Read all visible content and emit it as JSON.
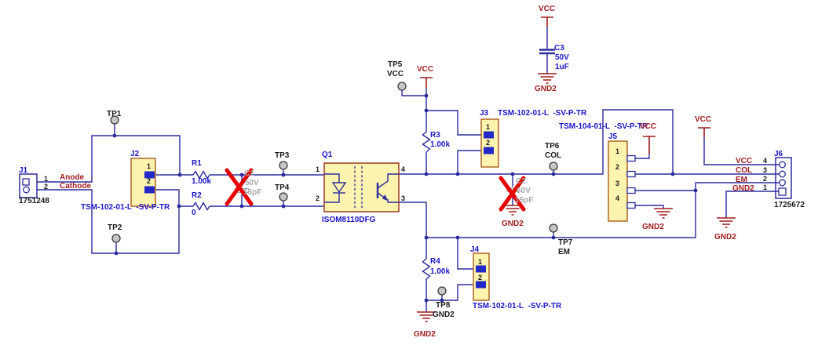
{
  "colors": {
    "wire": "#2b2b9e",
    "ref_text": "#1a15c8",
    "net_text": "#9e1a1a",
    "dnp_x": "#e60000",
    "component_fill": "#fcf3ae",
    "component_border": "#a3520e",
    "optocoupler_border": "#9c3a1e",
    "testpoint_fill": "#c6c6c6",
    "pin_fill": "#2228c8",
    "dnp_text": "#a8a8a8",
    "black_text": "#1a1a1a"
  },
  "power_nets": {
    "vcc": "VCC",
    "gnd2": "GND2"
  },
  "components": {
    "j1": {
      "ref": "J1",
      "part_number": "1751248",
      "pin1": "1",
      "pin2": "2",
      "net1": "Anode",
      "net2": "Cathode"
    },
    "j2": {
      "ref": "J2",
      "part": "TSM-102-01-L  -SV-P-TR",
      "pin1": "1",
      "pin2": "2"
    },
    "j3": {
      "ref": "J3",
      "part": "TSM-102-01-L  -SV-P-TR",
      "pin1": "1",
      "pin2": "2"
    },
    "j4": {
      "ref": "J4",
      "part": "TSM-102-01-L  -SV-P-TR",
      "pin1": "1",
      "pin2": "2"
    },
    "j5": {
      "ref": "J5",
      "part": "TSM-104-01-L  -SV-P-TR",
      "pin1": "1",
      "pin2": "2",
      "pin3": "3",
      "pin4": "4"
    },
    "j6": {
      "ref": "J6",
      "part_number": "1725672",
      "pin1": "1",
      "pin2": "2",
      "pin3": "3",
      "pin4": "4",
      "net_pin4": "VCC",
      "net_pin3": "COL",
      "net_pin2": "EM",
      "net_pin1": "GND2"
    },
    "q1": {
      "ref": "Q1",
      "part": "ISOM8110DFG",
      "pin1": "1",
      "pin2": "2",
      "pin3": "3",
      "pin4": "4"
    },
    "r1": {
      "ref": "R1",
      "value": "1.00k"
    },
    "r2": {
      "ref": "R2",
      "value": "0"
    },
    "r3": {
      "ref": "R3",
      "value": "1.00k"
    },
    "r4": {
      "ref": "R4",
      "value": "1.00k"
    },
    "c1": {
      "ref": "C1",
      "voltage": "50V",
      "value": "15pF",
      "dnp": true
    },
    "c2": {
      "ref": "C2",
      "voltage": "50V",
      "value": "15pF",
      "dnp": true
    },
    "c3": {
      "ref": "C3",
      "voltage": "50V",
      "value": "1uF"
    }
  },
  "test_points": {
    "tp1": {
      "ref": "TP1"
    },
    "tp2": {
      "ref": "TP2"
    },
    "tp3": {
      "ref": "TP3"
    },
    "tp4": {
      "ref": "TP4"
    },
    "tp5": {
      "ref": "TP5",
      "net": "VCC"
    },
    "tp6": {
      "ref": "TP6",
      "net": "COL"
    },
    "tp7": {
      "ref": "TP7",
      "net": "EM"
    },
    "tp8": {
      "ref": "TP8",
      "net": "GND2"
    }
  }
}
